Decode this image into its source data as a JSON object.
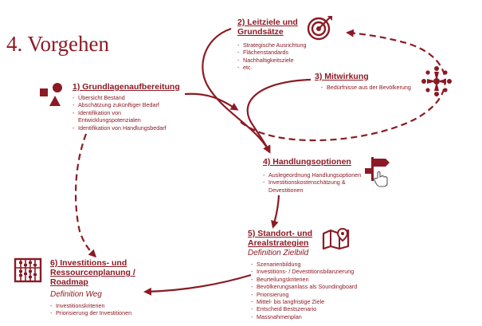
{
  "title": "4. Vorgehen",
  "colors": {
    "accent": "#8b1a24"
  },
  "steps": [
    {
      "id": 1,
      "title": "1) Grundlagenaufbereitung",
      "items": [
        "Übersicht Bestand",
        "Abschätzung zukünftiger Bedarf",
        "Identifikation von Entwicklungspotenzialen",
        "Identifikation von Handlungsbedarf"
      ],
      "icon": "shapes-icon"
    },
    {
      "id": 2,
      "title_lines": [
        "2) Leitziele und",
        "Grundsätze"
      ],
      "items": [
        "Strategische Ausrichtung",
        "Flächenstandards",
        "Nachhaltigkeitsziele",
        "etc."
      ],
      "icon": "target-icon"
    },
    {
      "id": 3,
      "title": "3) Mitwirkung",
      "items": [
        "Bedürfnisse aus der Bevölkerung"
      ],
      "icon": "people-circle-icon"
    },
    {
      "id": 4,
      "title": "4) Handlungsoptionen",
      "items": [
        "Auslegeordnung Handlungsoptionen",
        "Investitionskostenschätzung & Devestitionen"
      ],
      "icon": "signpost-icon"
    },
    {
      "id": 5,
      "title_lines": [
        "5) Standort- und",
        "Arealstrategien"
      ],
      "subtitle": "Definition Zielbild",
      "items": [
        "Szenarienbildung",
        "Investitions- / Devestitionsbilanzierung",
        "Beurteilungskriterien",
        "Bevölkerungsanlass als Soundingboard",
        "Priorisierung",
        "Mittel- bis langfristige Ziele",
        "Entscheid Bestszenario",
        "Massnahmenplan"
      ],
      "icon": "map-icon"
    },
    {
      "id": 6,
      "title_lines": [
        "6) Investitions- und",
        "Ressourcenplanung /",
        "Roadmap"
      ],
      "subtitle": "Definition Weg",
      "items": [
        "Investitionskriterien",
        "Priorisierung der Investitionen"
      ],
      "icon": "abacus-icon"
    }
  ]
}
